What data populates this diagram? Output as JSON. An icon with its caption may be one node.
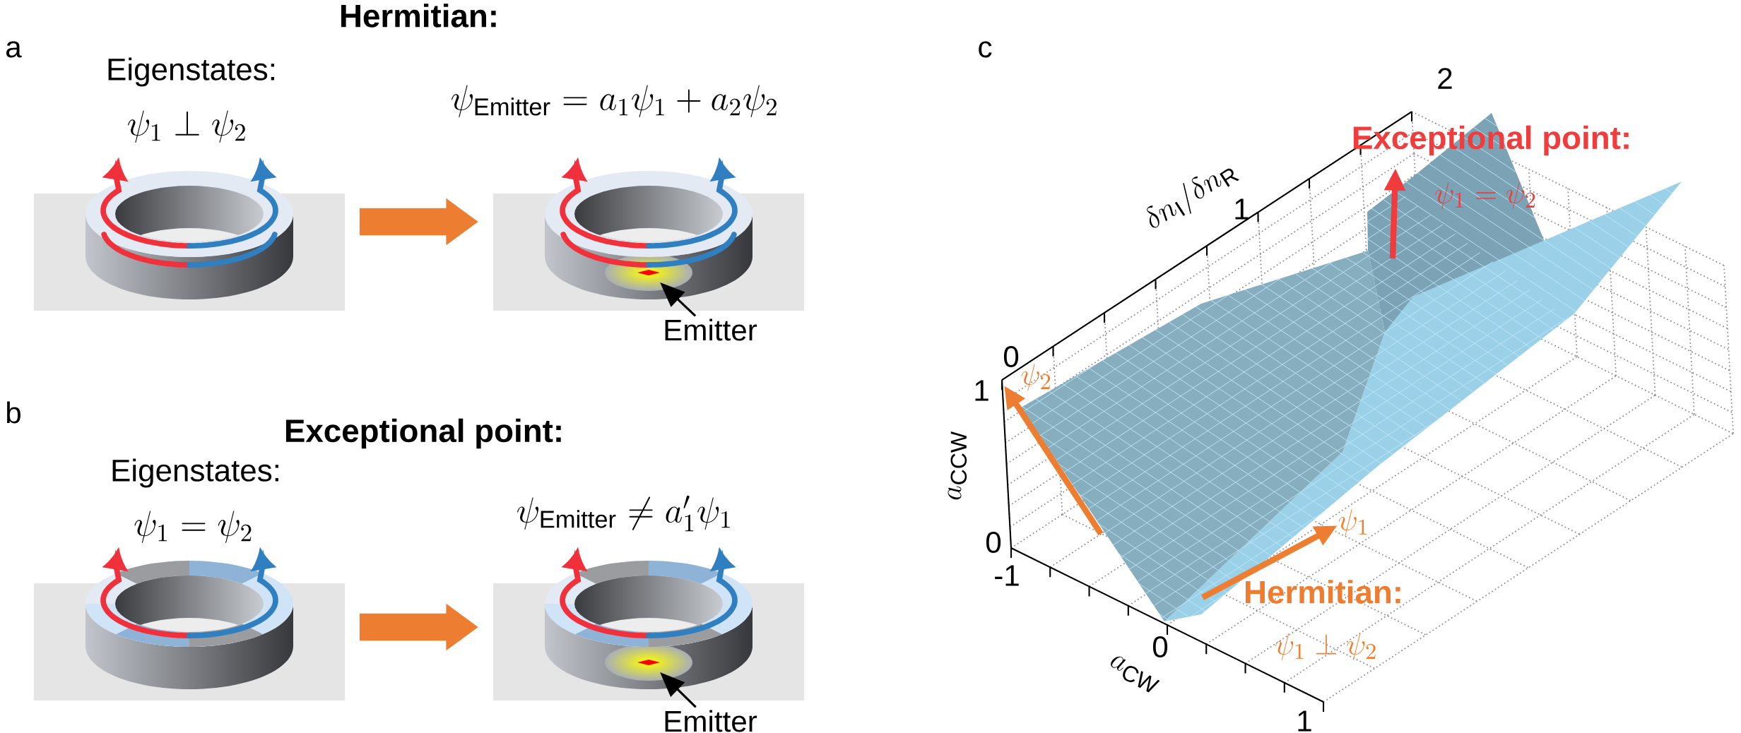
{
  "diagram": {
    "nodes": [
      {
        "text": [],
        "shape": "picture",
        "beside": [
          "Eigenstates:",
          "\\psi_1 \\perp \\psi_2"
        ]
      },
      {
        "text": [],
        "shape": "picture",
        "beside": [
          "\\psi_{\\mathrm{Emitter}} = a_1\\psi_1 + a_2\\psi_2"
        ]
      },
      {
        "text": [
          "Emitter"
        ]
      },
      {
        "text": [],
        "shape": "picture",
        "beside": [
          "Eigenstates:",
          "\\psi_1 = \\psi_2"
        ]
      },
      {
        "text": [],
        "shape": "picture",
        "beside": [
          "\\psi_{\\mathrm{Emitter}} \\neq a_1'\\psi_1"
        ]
      },
      {
        "text": [
          "Emitter"
        ]
      }
    ],
    "edges": [
      {
        "from": 0,
        "to": 1,
        "arrow": "to",
        "style": "thick",
        "color": "#ed7d31"
      },
      {
        "from": 2,
        "to": 1,
        "arrow": "to",
        "color": "#000000"
      },
      {
        "from": 3,
        "to": 4,
        "arrow": "to",
        "style": "thick",
        "color": "#ed7d31"
      },
      {
        "from": 5,
        "to": 4,
        "arrow": "to",
        "color": "#000000"
      }
    ],
    "labels": [
      "Hermitian:",
      "a",
      "b",
      "Exceptional point:",
      "c",
      "2",
      "\\delta n_{\\mathrm{I}}/\\delta n_{\\mathrm{R}}",
      "1",
      "Exceptional point:",
      "\\psi_1 = \\psi_2",
      "0",
      "\\psi_2",
      "1",
      "a_{\\mathrm{CCW}}",
      "0",
      "\\psi_1",
      "-1",
      "Hermitian:",
      "0",
      "a_{\\mathrm{CW}}",
      "\\psi_1 \\perp \\psi_2",
      "1"
    ]
  }
}
